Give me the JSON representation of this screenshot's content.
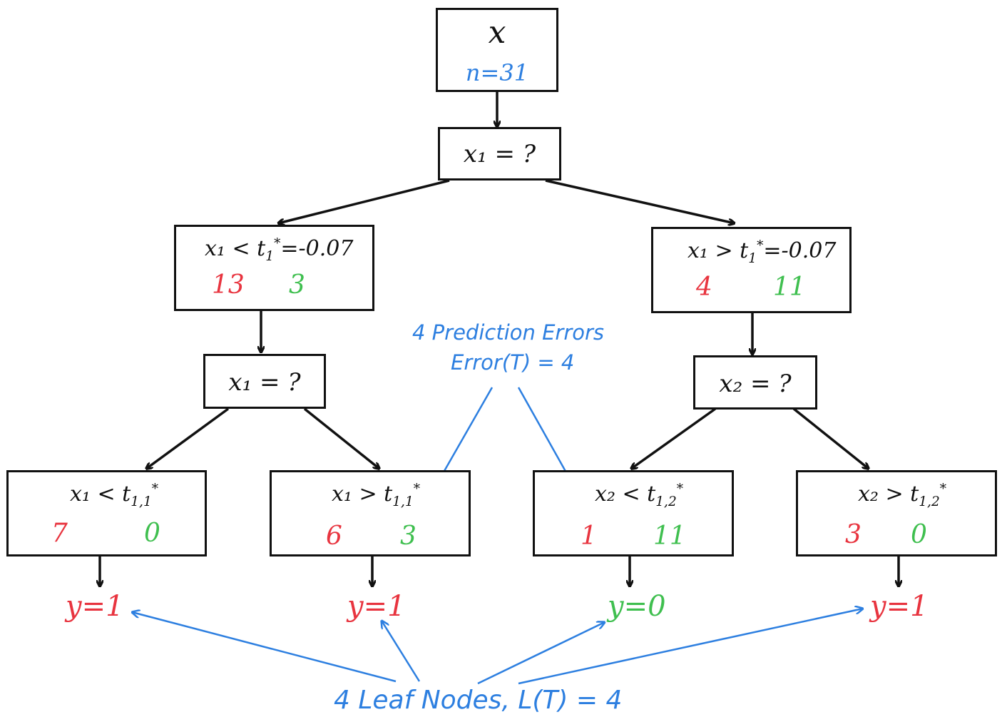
{
  "root": {
    "label": "x",
    "count": "n=31"
  },
  "split1": {
    "label": "x₁ = ?"
  },
  "left": {
    "label_pre": "x₁ < t",
    "label_sub": "1",
    "label_sup": "*",
    "label_post": "=-0.07",
    "red": "13",
    "green": "3"
  },
  "right": {
    "label_pre": "x₁ > t",
    "label_sub": "1",
    "label_sup": "*",
    "label_post": "=-0.07",
    "red": "4",
    "green": "11"
  },
  "split_left": {
    "label": "x₁ = ?"
  },
  "split_right": {
    "label": "x₂ = ?"
  },
  "leaves": [
    {
      "label_pre": "x₁ < t",
      "label_sub": "1,1",
      "label_sup": "*",
      "red": "7",
      "green": "0",
      "prediction": "y=1",
      "prediction_color": "red"
    },
    {
      "label_pre": "x₁ > t",
      "label_sub": "1,1",
      "label_sup": "*",
      "red": "6",
      "green": "3",
      "prediction": "y=1",
      "prediction_color": "red"
    },
    {
      "label_pre": "x₂ < t",
      "label_sub": "1,2",
      "label_sup": "*",
      "red": "1",
      "green": "11",
      "prediction": "y=0",
      "prediction_color": "green"
    },
    {
      "label_pre": "x₂ > t",
      "label_sub": "1,2",
      "label_sup": "*",
      "red": "3",
      "green": "0",
      "prediction": "y=1",
      "prediction_color": "red"
    }
  ],
  "annotations": {
    "errors_line1": "4 Prediction Errors",
    "errors_line2": "Error(T) = 4",
    "leaves": "4 Leaf Nodes, L(T) = 4"
  },
  "colors": {
    "red": "#e8343f",
    "green": "#3fbf4f",
    "blue": "#2d7fe0",
    "black": "#111111"
  }
}
